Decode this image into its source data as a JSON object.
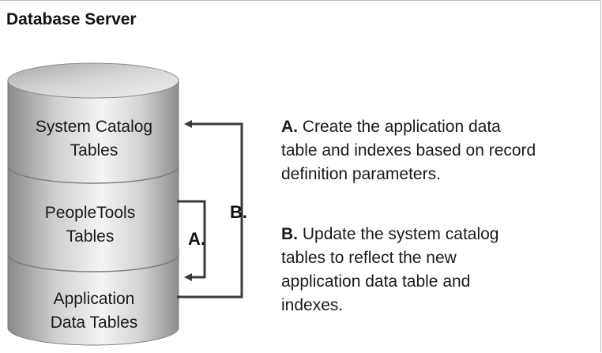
{
  "title": "Database Server",
  "segments": [
    {
      "line1": "System Catalog",
      "line2": "Tables"
    },
    {
      "line1": "PeopleTools",
      "line2": "Tables"
    },
    {
      "line1": "Application",
      "line2": "Data Tables"
    }
  ],
  "arrows": {
    "a_label": "A.",
    "b_label": "B."
  },
  "notes": [
    {
      "letter": "A.",
      "lines": [
        "Create the application data",
        "table and indexes based on record",
        "definition parameters."
      ]
    },
    {
      "letter": "B.",
      "lines": [
        "Update the system catalog",
        "tables to reflect the new",
        "application data table and",
        "indexes."
      ]
    }
  ],
  "colors": {
    "cylinder_dark": "#8a8a8a",
    "cylinder_light": "#f4f4f4",
    "arrow": "#3a3a3a"
  }
}
